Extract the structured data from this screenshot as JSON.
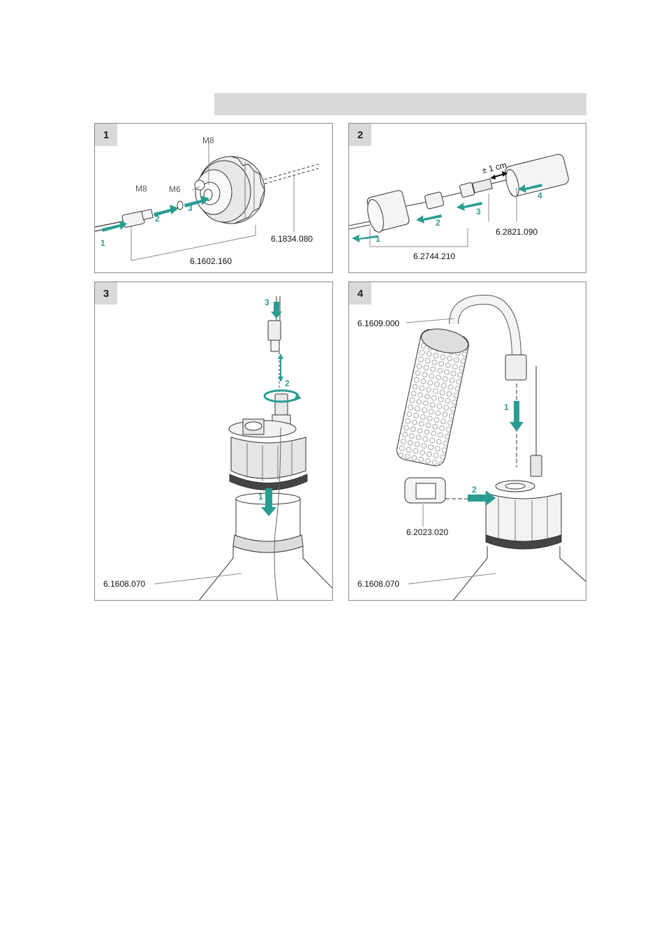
{
  "colors": {
    "accent": "#2a9d93",
    "header_bar": "#d9d9d9",
    "line": "#333333"
  },
  "panels": [
    {
      "number": "1",
      "labels": {
        "m8_top": "M8",
        "m8_left": "M8",
        "m6": "M6",
        "part_a": "6.1834.080",
        "part_b": "6.1602.160"
      },
      "steps": [
        "1",
        "2",
        "3"
      ]
    },
    {
      "number": "2",
      "labels": {
        "distance": "± 1 cm",
        "part_a": "6.2821.090",
        "part_b": "6.2744.210"
      },
      "steps": [
        "1",
        "2",
        "3",
        "4"
      ]
    },
    {
      "number": "3",
      "labels": {
        "part_a": "6.1608.070"
      },
      "steps": [
        "1",
        "2",
        "3"
      ]
    },
    {
      "number": "4",
      "labels": {
        "part_a": "6.1609.000",
        "part_b": "6.2023.020",
        "part_c": "6.1608.070"
      },
      "steps": [
        "1",
        "2"
      ]
    }
  ]
}
